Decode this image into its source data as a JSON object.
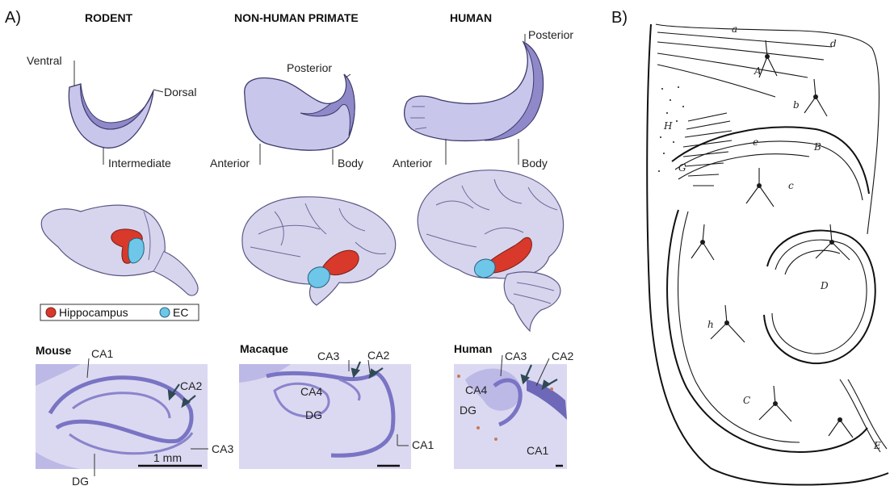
{
  "panel_a": {
    "label": "A)",
    "species": [
      "RODENT",
      "NON-HUMAN PRIMATE",
      "HUMAN"
    ],
    "rodent_axes": {
      "ventral": "Ventral",
      "dorsal": "Dorsal",
      "intermediate": "Intermediate"
    },
    "primate_axes": {
      "posterior": "Posterior",
      "anterior": "Anterior",
      "body": "Body"
    },
    "human_axes": {
      "posterior": "Posterior",
      "anterior": "Anterior",
      "body": "Body"
    },
    "legend": {
      "hippocampus": "Hippocampus",
      "ec": "EC"
    },
    "colors": {
      "hippocampus": "#d8392b",
      "ec": "#6ec6e8",
      "hippocampus_shape": "#c9c6ec"
    },
    "sections": {
      "mouse": {
        "title": "Mouse",
        "labels": [
          "CA1",
          "CA2",
          "CA3",
          "DG"
        ],
        "scale": "1 mm"
      },
      "macaque": {
        "title": "Macaque",
        "labels": [
          "CA3",
          "CA2",
          "CA4",
          "DG",
          "CA1"
        ]
      },
      "human": {
        "title": "Human",
        "labels": [
          "CA3",
          "CA2",
          "CA4",
          "DG",
          "CA1"
        ]
      }
    }
  },
  "panel_b": {
    "label": "B)",
    "drawing_letters": [
      "a",
      "d",
      "A",
      "b",
      "H",
      "G",
      "B",
      "e",
      "c",
      "D",
      "h",
      "C",
      "E"
    ]
  }
}
